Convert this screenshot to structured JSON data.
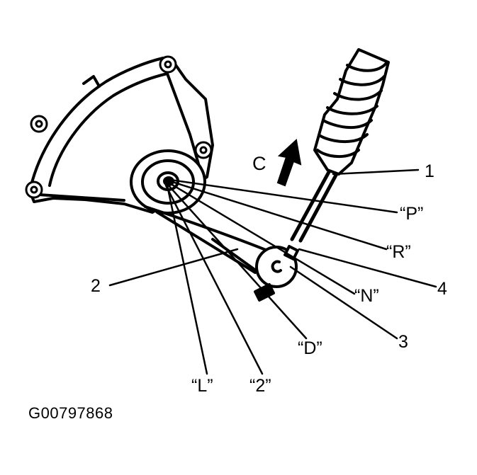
{
  "labels": {
    "p": "“P”",
    "r": "“R”",
    "n": "“N”",
    "d": "“D”",
    "two_pos": "“2”",
    "l": "“L”",
    "c": "C",
    "num1": "1",
    "num2": "2",
    "num3": "3",
    "num4": "4"
  },
  "figure_id": "G00797868",
  "colors": {
    "ink": "#000000",
    "paper": "#ffffff"
  }
}
